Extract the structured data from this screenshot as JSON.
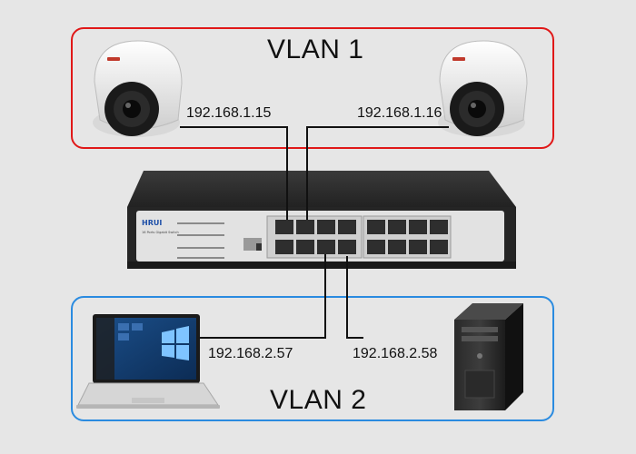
{
  "colors": {
    "background": "#e6e6e6",
    "vlan1_border": "#e01818",
    "vlan2_border": "#2a8be0",
    "cable": "#111111"
  },
  "vlan1": {
    "title": "VLAN 1",
    "devices": [
      {
        "icon": "dome-camera-icon",
        "ip": "192.168.1.15"
      },
      {
        "icon": "dome-camera-icon",
        "ip": "192.168.1.16"
      }
    ]
  },
  "vlan2": {
    "title": "VLAN 2",
    "devices": [
      {
        "icon": "laptop-icon",
        "ip": "192.168.2.57"
      },
      {
        "icon": "desktop-tower-icon",
        "ip": "192.168.2.58"
      }
    ]
  },
  "switch": {
    "icon": "network-switch-icon",
    "brand": "HRUI",
    "model": "16 Ports Gigabit Switch"
  }
}
